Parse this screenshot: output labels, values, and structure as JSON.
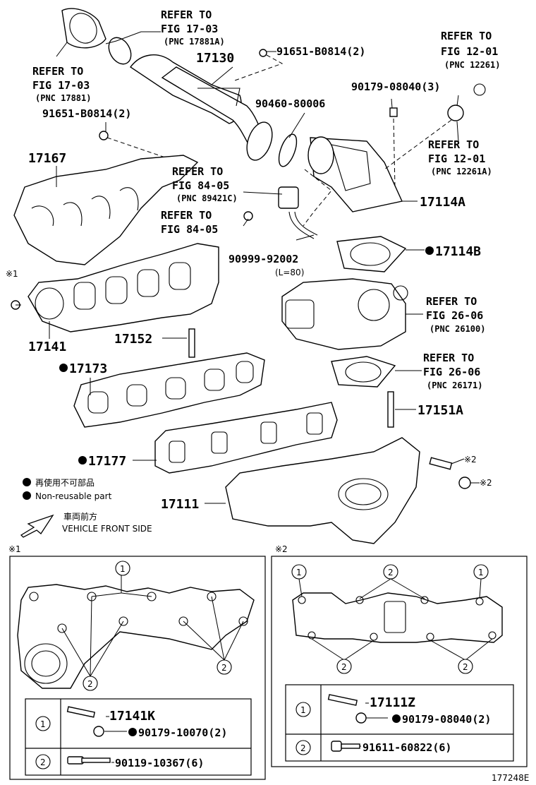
{
  "labels": {
    "refer_top": "REFER TO",
    "fig_17_03": "FIG 17-03",
    "pnc_17881a": "(PNC 17881A)",
    "pnc_17881": "(PNC 17881)",
    "fig_12_01": "FIG 12-01",
    "pnc_12261": "(PNC 12261)",
    "pnc_12261a": "(PNC 12261A)",
    "fig_84_05": "FIG 84-05",
    "pnc_89421c": "(PNC 89421C)",
    "fig_26_06": "FIG 26-06",
    "pnc_26100": "(PNC 26100)",
    "pnc_26171": "(PNC 26171)",
    "p91651_a": "91651-B0814(2)",
    "p91651_b": "91651-B0814(2)",
    "p17130": "17130",
    "p90460": "90460-80006",
    "p90179_08040_3": "90179-08040(3)",
    "p17167": "17167",
    "p17114a": "17114A",
    "p90999": "90999-92002",
    "l80": "(L=80)",
    "p17114b": "17114B",
    "mark1": "※1",
    "mark2": "※2",
    "p17141": "17141",
    "p17152": "17152",
    "p17173": "17173",
    "p17151a": "17151A",
    "p17177": "17177",
    "p17111": "17111",
    "legend_jp": "再使用不可部品",
    "legend_en": "Non-reusable part",
    "front_jp": "車両前方",
    "front_en": "VEHICLE FRONT SIDE",
    "circ1": "1",
    "circ2": "2",
    "p17141k": "17141K",
    "p90179_10070": "90179-10070(2)",
    "p90119": "90119-10367(6)",
    "p17111z": "17111Z",
    "p90179_08040_2": "90179-08040(2)",
    "p91611": "91611-60822(6)",
    "fig_id": "177248E"
  }
}
